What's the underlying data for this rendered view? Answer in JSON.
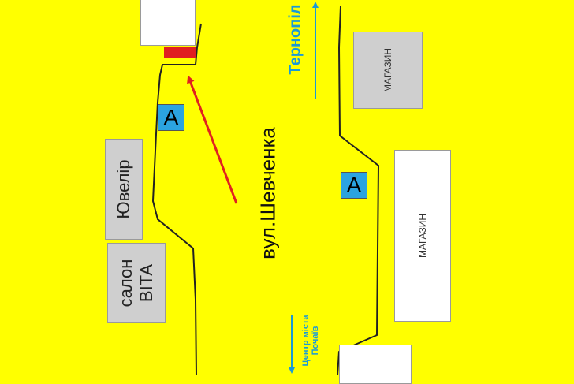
{
  "street": {
    "label": "вул.Шевченка"
  },
  "directions": {
    "ternopil": {
      "label": "Тернопіл"
    },
    "center": {
      "line1": "Центр міста",
      "line2": "Почаїв"
    }
  },
  "shops": {
    "upper": {
      "label": "МАГАЗИН"
    },
    "lower": {
      "label": "МАГАЗИН"
    }
  },
  "jeweler": {
    "label": "Ювелір"
  },
  "salon": {
    "line1": "салон",
    "line2": "ВІТА"
  },
  "bus_stops": {
    "left": "А",
    "right": "А"
  },
  "colors": {
    "background": "#FFFF00",
    "road_line": "#222222",
    "arrow": "#E02020",
    "direction_text": "#1A9AD6",
    "stop_sign": "#2BA3E0",
    "marker": "#E02020",
    "building_grey": "#CFCFCF",
    "building_white": "#FFFFFF"
  }
}
